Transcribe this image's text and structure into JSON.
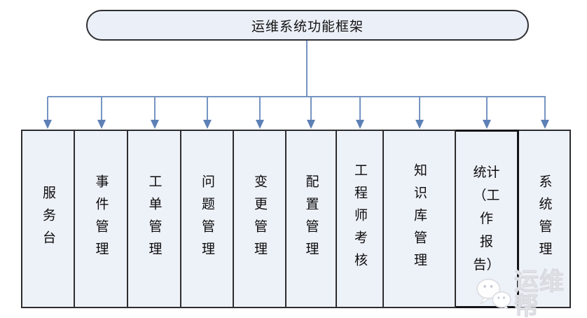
{
  "diagram": {
    "root_label": "运维系统功能框架",
    "columns": [
      {
        "label": "服务台"
      },
      {
        "label": "事件管理"
      },
      {
        "label": "工单管理"
      },
      {
        "label": "问题管理"
      },
      {
        "label": "变更管理"
      },
      {
        "label": "配置管理"
      },
      {
        "label": "工程师考核"
      },
      {
        "label": "知识库管理"
      },
      {
        "label": "统计（工作报告）",
        "lines": [
          "统计",
          "（工",
          "作",
          "报",
          "告）"
        ]
      },
      {
        "label": "系统管理"
      }
    ],
    "colors": {
      "node_fill": "#edf1f8",
      "node_border": "#2d2d30",
      "connector_line": "#7594c2",
      "arrowhead": "#5d81b6"
    }
  },
  "watermark": {
    "icon": "wechat-icon",
    "text": "运维帮"
  }
}
